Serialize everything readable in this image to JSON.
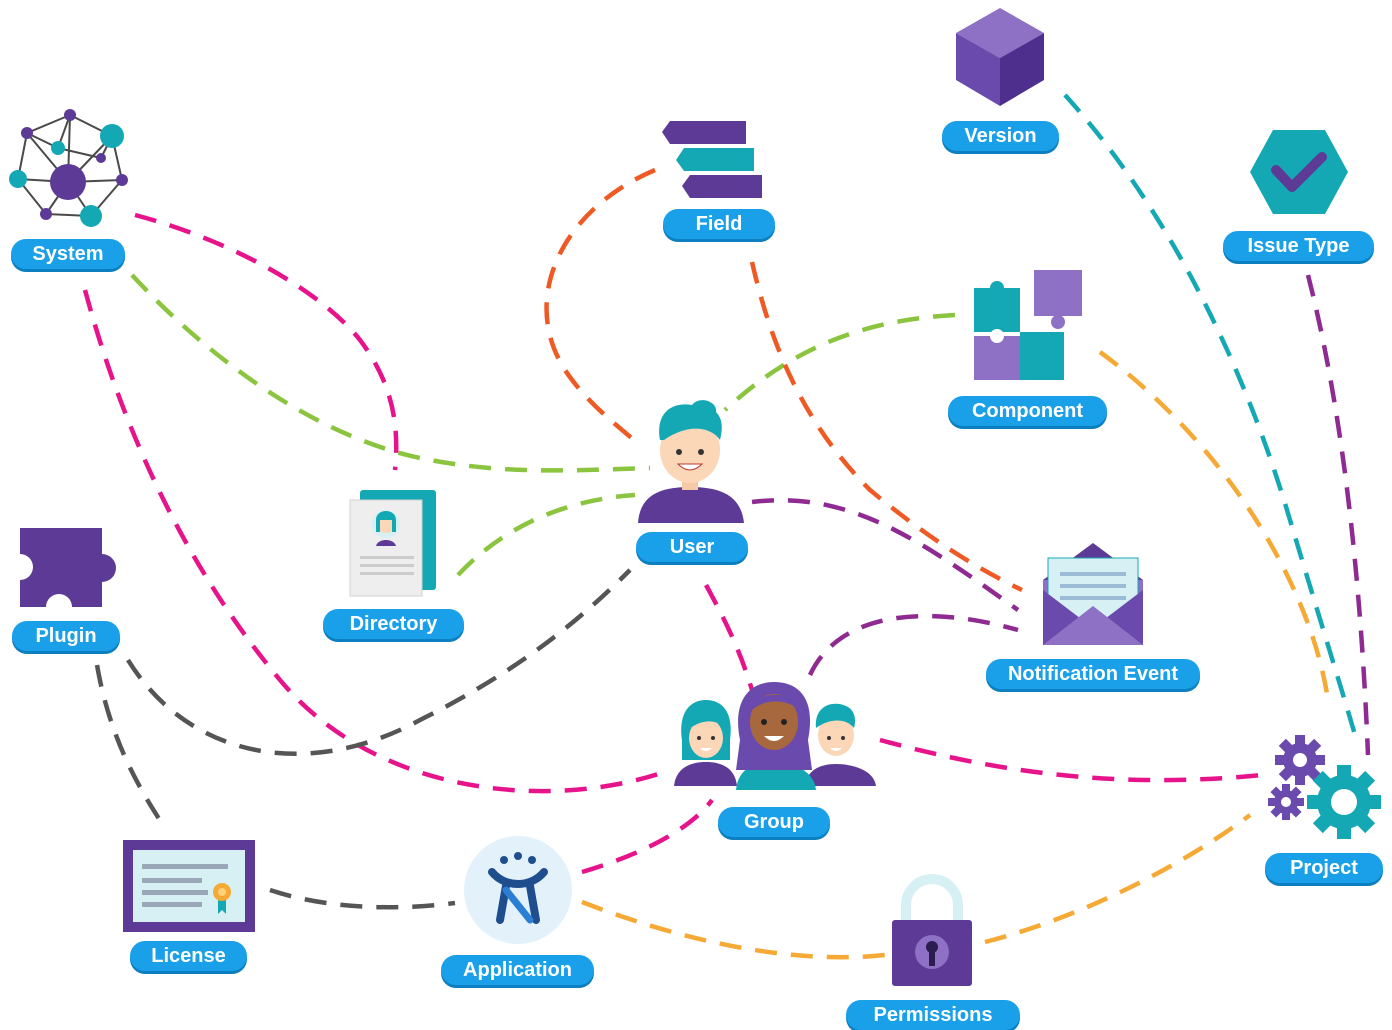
{
  "nodes": {
    "system": {
      "label": "System",
      "icon": "network-icon"
    },
    "field": {
      "label": "Field",
      "icon": "field-stack-icon"
    },
    "version": {
      "label": "Version",
      "icon": "cube-icon"
    },
    "issue_type": {
      "label": "Issue Type",
      "icon": "hexagon-check-icon"
    },
    "component": {
      "label": "Component",
      "icon": "puzzle-pieces-icon"
    },
    "user": {
      "label": "User",
      "icon": "user-avatar-icon"
    },
    "directory": {
      "label": "Directory",
      "icon": "directory-folder-icon"
    },
    "plugin": {
      "label": "Plugin",
      "icon": "puzzle-piece-icon"
    },
    "notification_event": {
      "label": "Notification Event",
      "icon": "envelope-icon"
    },
    "group": {
      "label": "Group",
      "icon": "group-people-icon"
    },
    "project": {
      "label": "Project",
      "icon": "gears-icon"
    },
    "license": {
      "label": "License",
      "icon": "certificate-icon"
    },
    "application": {
      "label": "Application",
      "icon": "jira-logo-icon"
    },
    "permissions": {
      "label": "Permissions",
      "icon": "padlock-icon"
    }
  },
  "connections": [
    {
      "from": "system",
      "to": "directory",
      "color": "#e6138a"
    },
    {
      "from": "system",
      "to": "group",
      "color": "#e6138a"
    },
    {
      "from": "system",
      "to": "user",
      "color": "#8bc53f"
    },
    {
      "from": "directory",
      "to": "user",
      "color": "#8bc53f"
    },
    {
      "from": "component",
      "to": "user",
      "color": "#8bc53f"
    },
    {
      "from": "field",
      "to": "user",
      "color": "#ef5a24"
    },
    {
      "from": "field",
      "to": "notification_event",
      "color": "#ef5a24"
    },
    {
      "from": "user",
      "to": "notification_event",
      "color": "#8e2a91"
    },
    {
      "from": "group",
      "to": "notification_event",
      "color": "#8e2a91"
    },
    {
      "from": "user",
      "to": "group",
      "color": "#e6138a"
    },
    {
      "from": "group",
      "to": "project",
      "color": "#e6138a"
    },
    {
      "from": "application",
      "to": "group",
      "color": "#e6138a"
    },
    {
      "from": "version",
      "to": "project",
      "color": "#14a8b5"
    },
    {
      "from": "issue_type",
      "to": "project",
      "color": "#8e2a91"
    },
    {
      "from": "component",
      "to": "project",
      "color": "#f6a935"
    },
    {
      "from": "application",
      "to": "permissions",
      "color": "#f6a935"
    },
    {
      "from": "permissions",
      "to": "project",
      "color": "#f6a935"
    },
    {
      "from": "plugin",
      "to": "user",
      "color": "#555555"
    },
    {
      "from": "plugin",
      "to": "license",
      "color": "#555555"
    },
    {
      "from": "license",
      "to": "application",
      "color": "#555555"
    }
  ]
}
